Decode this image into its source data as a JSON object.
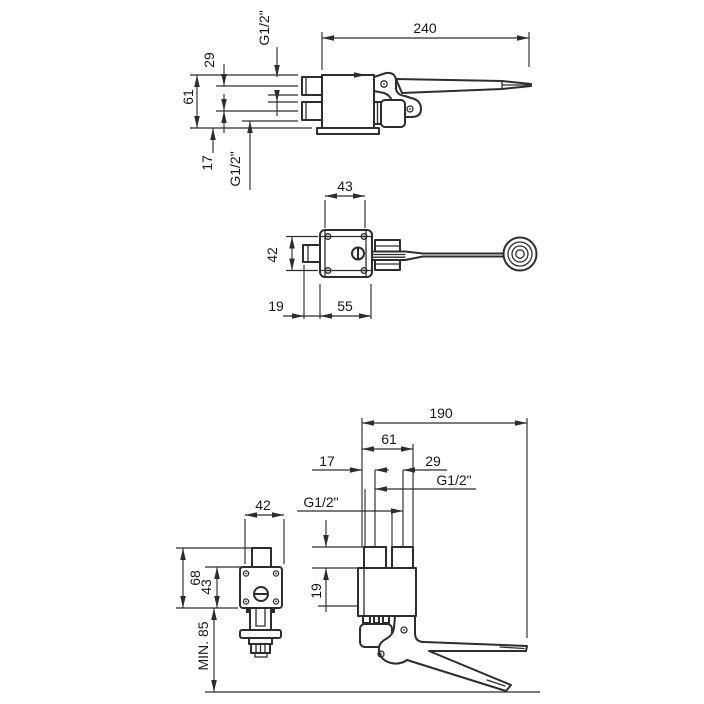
{
  "colors": {
    "background": "#ffffff",
    "line": "#2d2d2d",
    "text": "#171717"
  },
  "views": {
    "side": {
      "d240": "240",
      "d29": "29",
      "d61": "61",
      "d17": "17",
      "thread_top": "G1/2\"",
      "thread_bottom": "G1/2\""
    },
    "plan": {
      "d43": "43",
      "d42": "42",
      "d19": "19",
      "d55": "55"
    },
    "front": {
      "d68": "68",
      "d43": "43",
      "d42": "42",
      "min_height": "MIN. 85"
    },
    "pedal": {
      "d190": "190",
      "d61": "61",
      "d17": "17",
      "d29": "29",
      "thread_port1": "G1/2\"",
      "thread_port2": "G1/2\"",
      "d19": "19"
    }
  }
}
